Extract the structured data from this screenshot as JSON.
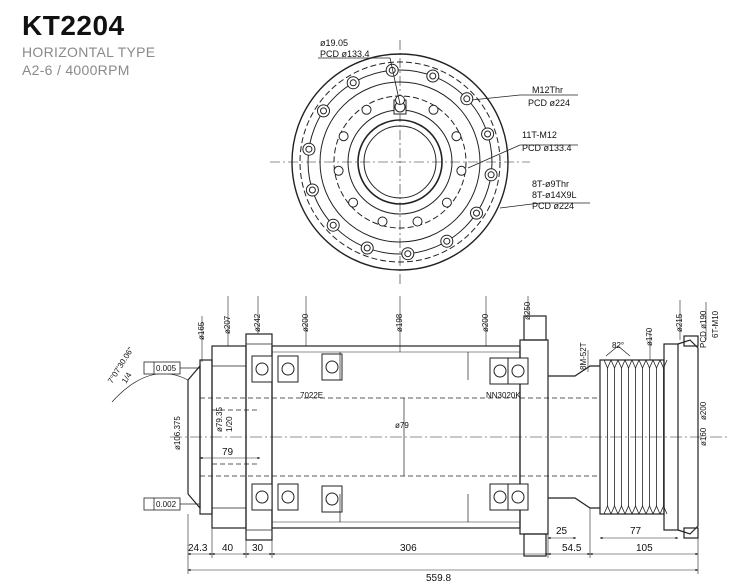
{
  "header": {
    "model": "KT2204",
    "type": "HORIZONTAL TYPE",
    "spec": "A2-6 / 4000RPM"
  },
  "front_view": {
    "callouts": {
      "c1_a": "ø19.05",
      "c1_b": "PCD ø133.4",
      "c2_a": "M12Thr",
      "c2_b": "PCD ø224",
      "c3_a": "11T-M12",
      "c3_b": "PCD ø133.4",
      "c4_a": "8T-ø9Thr",
      "c4_b": "8T-ø14X9L",
      "c4_c": "PCD ø224"
    }
  },
  "side_view": {
    "top_labels": {
      "d165": "ø165",
      "d207": "ø207",
      "d242": "ø242",
      "d200a": "ø200",
      "d198": "ø198",
      "d200b": "ø200",
      "d250": "ø250",
      "thread": "8M-52T",
      "d170": "ø170",
      "d215": "ø215",
      "pcd190": "PCD ø190",
      "bolts": "6T-M10"
    },
    "taper": "7°07'30.06\"",
    "taper_ratio": "1/4",
    "angle": "82°",
    "tol1": "0.005",
    "tol2": "0.002",
    "d106": "ø106.375",
    "d7935": "ø79.35",
    "taper2": "1/20",
    "bearing1": "7022E",
    "bearing2": "NN3020K",
    "d79": "ø79",
    "dim79": "79",
    "d160": "ø160",
    "d200v": "ø200",
    "dim25": "25",
    "dim77": "77",
    "bottom": {
      "d24": "24.3",
      "d40": "40",
      "d30": "30",
      "d306": "306",
      "d54": "54.5",
      "d105": "105",
      "total": "559.8"
    }
  }
}
